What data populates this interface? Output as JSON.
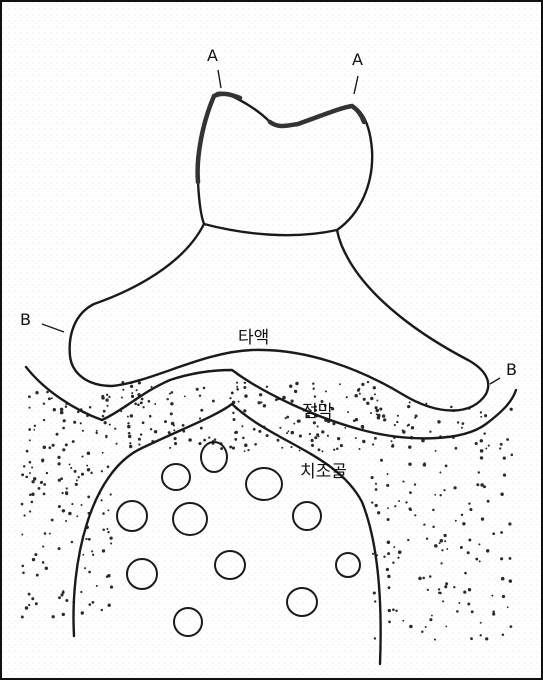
{
  "labels": {
    "a_left": "A",
    "a_right": "A",
    "b_left": "B",
    "b_right": "B",
    "saliva": "타액",
    "mucosa": "점막",
    "alveolar_bone": "치조골"
  },
  "colors": {
    "line": "#1a1a1a",
    "background": "#ffffff",
    "stipple": "#2a2a2a"
  }
}
